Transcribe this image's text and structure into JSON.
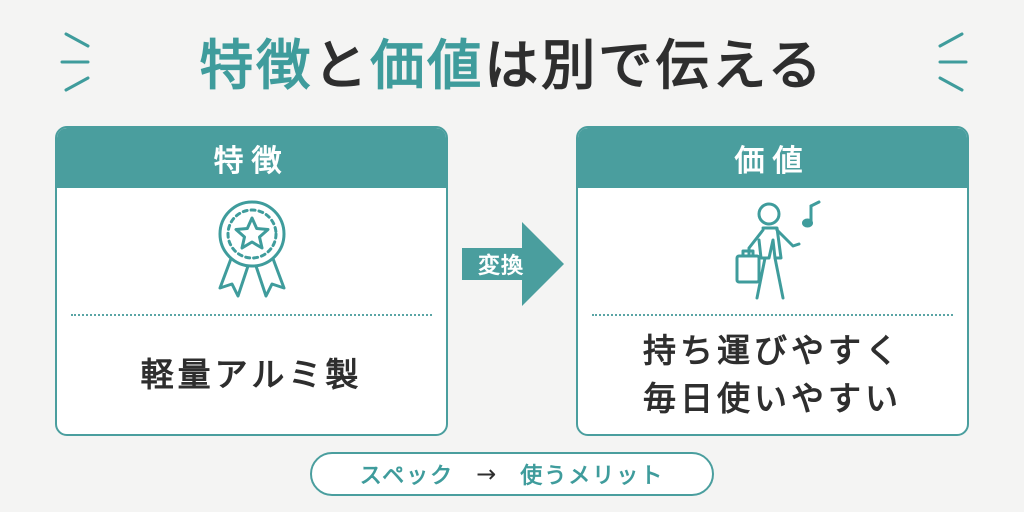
{
  "title": {
    "part1": "特徴",
    "part2": "と",
    "part3": "価値",
    "part4": "は別で伝える"
  },
  "left_card": {
    "header": "特徴",
    "icon": "award-ribbon-star-icon",
    "text": "軽量アルミ製"
  },
  "right_card": {
    "header": "価値",
    "icon": "person-walking-with-bag-music-note-icon",
    "text_line1": "持ち運びやすく",
    "text_line2": "毎日使いやすい"
  },
  "arrow": {
    "label": "変換",
    "icon": "right-arrow-icon"
  },
  "footer": {
    "left": "スペック",
    "separator": "→",
    "right": "使うメリット"
  },
  "colors": {
    "accent": "#3f9c9c",
    "header": "#4a9e9e",
    "text": "#2e2e2e",
    "background": "#f4f4f3"
  }
}
